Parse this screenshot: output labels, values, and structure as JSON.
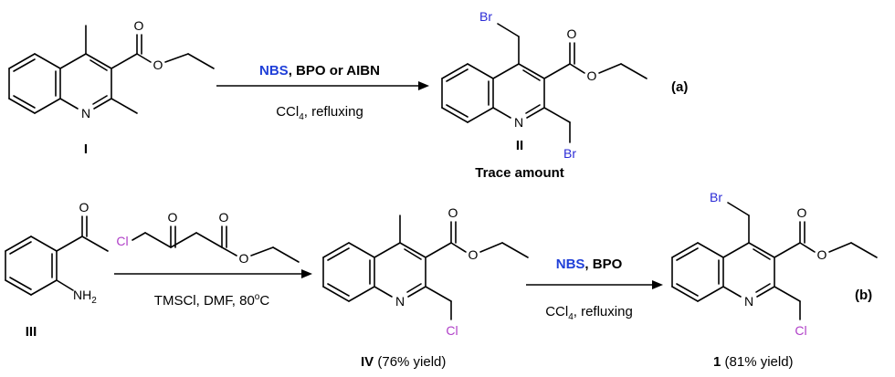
{
  "colors": {
    "bond": "#000000",
    "bromine": "#2b2bd6",
    "chlorine": "#b040c8",
    "reagent_blue": "#1f3fd8",
    "text": "#000000"
  },
  "atoms": {
    "N": "N",
    "O": "O",
    "Br": "Br",
    "Cl": "Cl",
    "NH2_main": "NH",
    "NH2_sub": "2"
  },
  "scheme_a": {
    "reagent_nbs": "NBS",
    "reagent_rest": ", BPO or AIBN",
    "cond_prefix": "CCl",
    "cond_sub": "4",
    "cond_suffix": ", refluxing",
    "label_start": "I",
    "label_product": "II",
    "product_note": "Trace amount",
    "tag": "(a)"
  },
  "scheme_b": {
    "cond1_text": "TMSCl, DMF, 80",
    "cond1_sup": "o",
    "cond1_unit": "C",
    "reagent_nbs": "NBS",
    "reagent_rest": ", BPO",
    "cond2_prefix": "CCl",
    "cond2_sub": "4",
    "cond2_suffix": ", refluxing",
    "label_start": "III",
    "label_int": "IV",
    "label_int_yield": " (76% yield)",
    "label_product": "1",
    "label_product_yield": " (81% yield)",
    "tag": "(b)"
  }
}
